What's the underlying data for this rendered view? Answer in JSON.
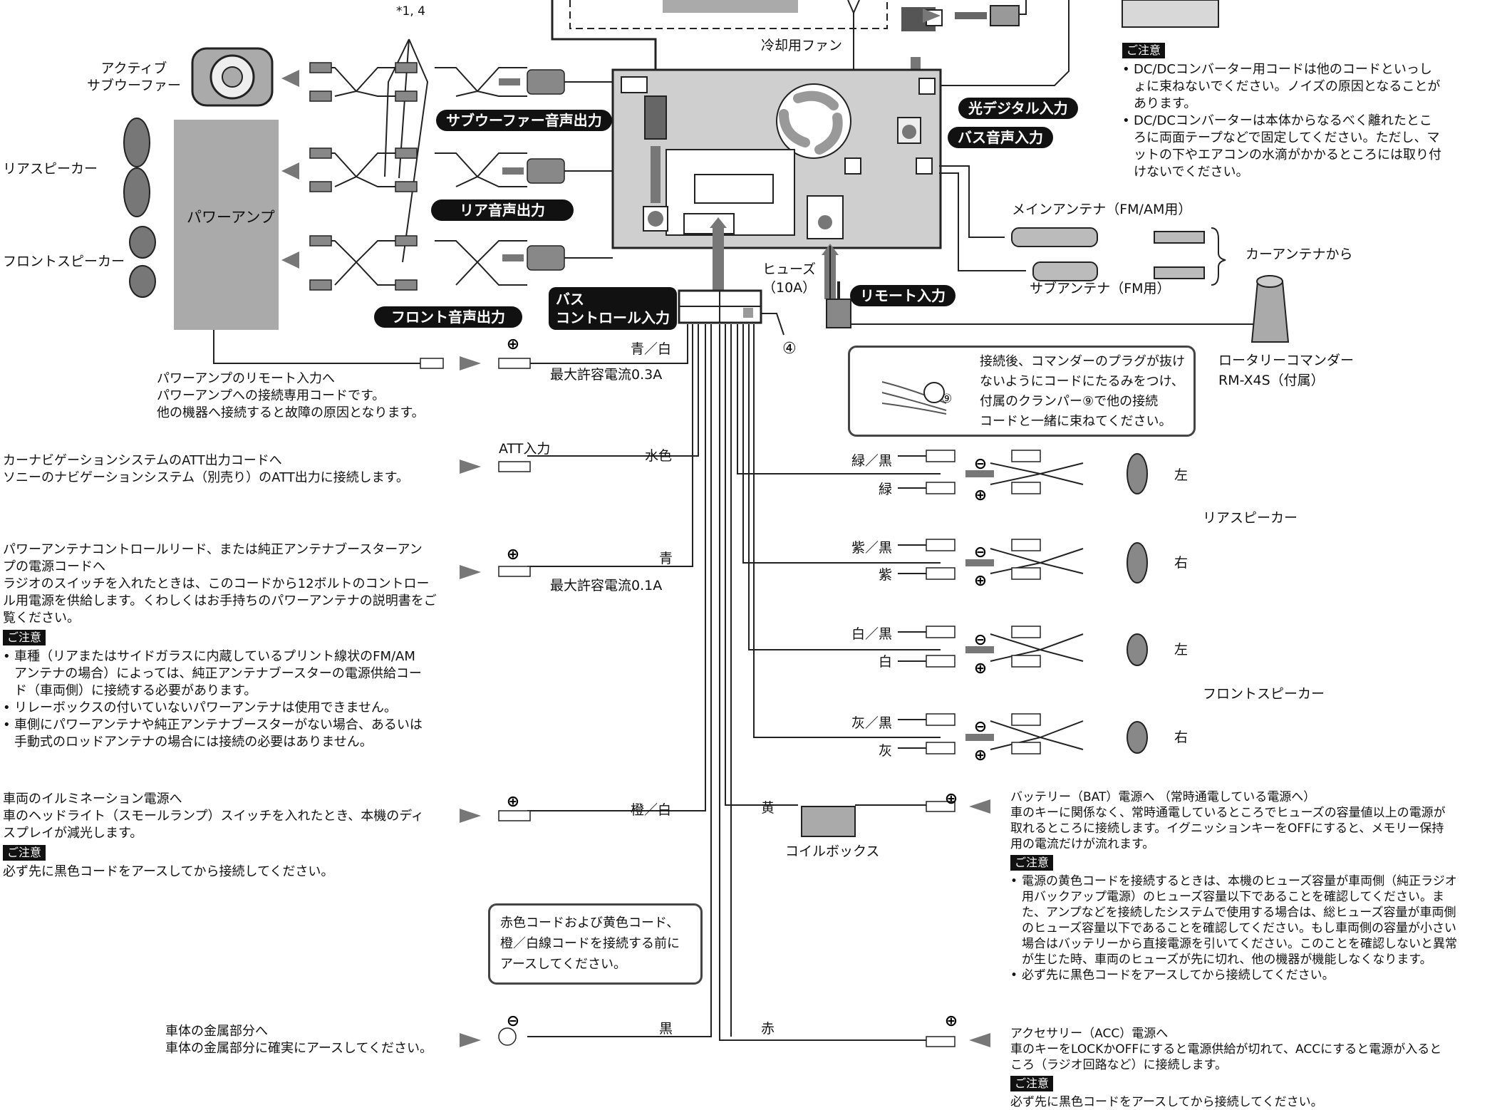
{
  "labels": {
    "star_note": "*1, 4",
    "active_subwoofer": [
      "アクティブ",
      "サブウーファー"
    ],
    "rear_speaker_left": "リアスピーカー",
    "front_speaker_left": "フロントスピーカー",
    "power_amp": "パワーアンプ",
    "cooling_fan": "冷却用ファン",
    "main_antenna": "メインアンテナ（FM/AM用）",
    "sub_antenna": "サブアンテナ（FM用）",
    "from_car_antenna": "カーアンテナから",
    "fuse": [
      "ヒューズ",
      "（10A）"
    ],
    "rotary_commander": [
      "ロータリーコマンダー",
      "RM-X4S（付属）"
    ],
    "connector_ref": "④",
    "coil_box": "コイルボックス",
    "rear_speaker_right": "リアスピーカー",
    "front_speaker_right": "フロントスピーカー",
    "left": "左",
    "right": "右"
  },
  "pills": {
    "subwoofer_out": "サブウーファー音声出力",
    "rear_out": "リア音声出力",
    "front_out": "フロント音声出力",
    "bus_control_in": [
      "バス",
      "コントロール入力"
    ],
    "optical_in": "光デジタル入力",
    "bus_audio_in": "バス音声入力",
    "remote_in": "リモート入力"
  },
  "wires": {
    "blue_white": "青／白",
    "max_current_03": "最大許容電流0.3A",
    "att_input": "ATT入力",
    "light_blue": "水色",
    "blue": "青",
    "max_current_01": "最大許容電流0.1A",
    "orange_white": "橙／白",
    "black": "黒",
    "yellow": "黄",
    "red": "赤",
    "green_black": "緑／黒",
    "green": "緑",
    "purple_black": "紫／黒",
    "purple": "紫",
    "white_black": "白／黒",
    "white": "白",
    "gray_black": "灰／黒",
    "gray": "灰"
  },
  "note_badge": "ご注意",
  "dcdc_notes": [
    "DC/DCコンバーター用コードは他のコードといっしょに束ねないでください。ノイズの原因となることがあります。",
    "DC/DCコンバーターは本体からなるべく離れたところに両面テープなどで固定してください。ただし、マットの下やエアコンの水滴がかかるところには取り付けないでください。"
  ],
  "commander_box": [
    "接続後、コマンダーのプラグが抜け",
    "ないようにコードにたるみをつけ、",
    "付属のクランパー⑨で他の接続",
    "コードと一緒に束ねてください。"
  ],
  "clamper_ref": "⑨",
  "ground_box": [
    "赤色コードおよび黄色コード、",
    "橙／白線コードを接続する前に",
    "アースしてください。"
  ],
  "left_texts": {
    "amp_remote": [
      "パワーアンプのリモート入力へ",
      "パワーアンプへの接続専用コードです。",
      "他の機器へ接続すると故障の原因となります。"
    ],
    "navi": [
      "カーナビゲーションシステムのATT出力コードへ",
      "ソニーのナビゲーションシステム（別売り）のATT出力に接続します。"
    ],
    "antenna_lines": [
      "パワーアンテナコントロールリード、または純正アンテナブースターアン",
      "プの電源コードへ",
      "ラジオのスイッチを入れたときは、このコードから12ボルトのコントロー",
      "ル用電源を供給します。くわしくはお手持ちのパワーアンテナの説明書をご",
      "覧ください。"
    ],
    "antenna_notes": [
      [
        "車種（リアまたはサイドガラスに内蔵しているプリント線状のFM/AM",
        "アンテナの場合）によっては、純正アンテナブースターの電源供給コー",
        "ド（車両側）に接続する必要があります。"
      ],
      [
        "リレーボックスの付いていないパワーアンテナは使用できません。"
      ],
      [
        "車側にパワーアンテナや純正アンテナブースターがない場合、あるいは",
        "手動式のロッドアンテナの場合には接続の必要はありません。"
      ]
    ],
    "illum": [
      "車両のイルミネーション電源へ",
      "車のヘッドライト（スモールランプ）スイッチを入れたとき、本機のディ",
      "スプレイが減光します。"
    ],
    "illum_note": "必ず先に黒色コードをアースしてから接続してください。",
    "ground": [
      "車体の金属部分へ",
      "車体の金属部分に確実にアースしてください。"
    ]
  },
  "right_texts": {
    "battery": [
      "バッテリー（BAT）電源へ （常時通電している電源へ）",
      "車のキーに関係なく、常時通電しているところでヒューズの容量値以上の電源が",
      "取れるところに接続します。イグニッションキーをOFFにすると、メモリー保持",
      "用の電流だけが流れます。"
    ],
    "battery_notes": [
      [
        "電源の黄色コードを接続するときは、本機のヒューズ容量が車両側（純正ラジオ",
        "用バックアップ電源）のヒューズ容量以下であることを確認してください。ま",
        "た、アンプなどを接続したシステムで使用する場合は、総ヒューズ容量が車両側",
        "のヒューズ容量以下であることを確認してください。もし車両側の容量が小さい",
        "場合はバッテリーから直接電源を引いてください。このことを確認しないと異常",
        "が生じた時、車両のヒューズが先に切れ、他の機器が機能しなくなります。"
      ],
      [
        "必ず先に黒色コードをアースしてから接続してください。"
      ]
    ],
    "acc": [
      "アクセサリー（ACC）電源へ",
      "車のキーをLOCKかOFFにすると電源供給が切れて、ACCにすると電源が入ると",
      "ころ（ラジオ回路など）に接続します。"
    ],
    "acc_note": "必ず先に黒色コードをアースしてから接続してください。"
  }
}
